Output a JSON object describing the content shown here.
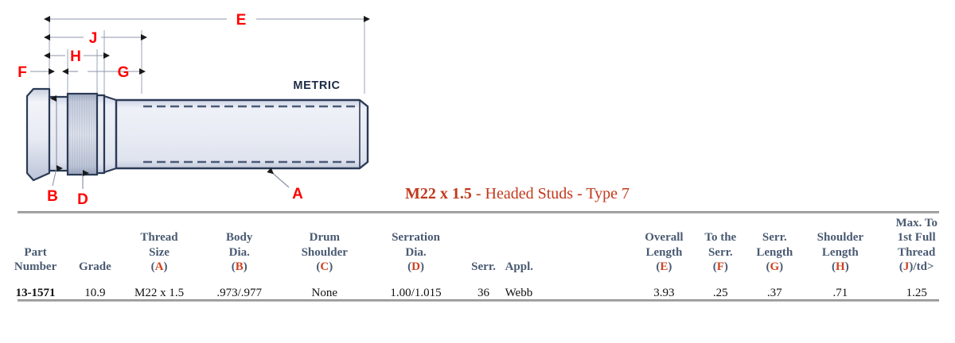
{
  "title": {
    "bold_part": "M22 x 1.5",
    "rest": " - Headed Studs - Type 7"
  },
  "drawing": {
    "metric_label": "METRIC",
    "dimension_labels": {
      "A": "A",
      "B": "B",
      "D": "D",
      "E": "E",
      "F": "F",
      "G": "G",
      "H": "H",
      "J": "J"
    },
    "colors": {
      "label_red": "#FF0000",
      "outline": "#2B3A55",
      "body_fill": "#E8EBF3",
      "serration_fill": "#B9C2D4",
      "metric_text": "#1C2B45"
    }
  },
  "table": {
    "headers": [
      {
        "line1": "",
        "line2": "Part",
        "line3": "Number",
        "code": ""
      },
      {
        "line1": "",
        "line2": "",
        "line3": "Grade",
        "code": ""
      },
      {
        "line1": "Thread",
        "line2": "Size",
        "line3": "",
        "code": "A"
      },
      {
        "line1": "Body",
        "line2": "Dia.",
        "line3": "",
        "code": "B"
      },
      {
        "line1": "Drum",
        "line2": "Shoulder",
        "line3": "",
        "code": "C"
      },
      {
        "line1": "Serration",
        "line2": "Dia.",
        "line3": "",
        "code": "D"
      },
      {
        "line1": "",
        "line2": "",
        "line3": "Serr.",
        "code": ""
      },
      {
        "line1": "",
        "line2": "",
        "line3": "Appl.",
        "code": ""
      },
      {
        "line1": "Overall",
        "line2": "Length",
        "line3": "",
        "code": "E"
      },
      {
        "line1": "To the",
        "line2": "Serr.",
        "line3": "",
        "code": "F"
      },
      {
        "line1": "Serr.",
        "line2": "Length",
        "line3": "",
        "code": "G"
      },
      {
        "line1": "Shoulder",
        "line2": "Length",
        "line3": "",
        "code": "H"
      },
      {
        "line1": "Max. To",
        "line2": "1st Full",
        "line3": "Thread",
        "code": "J",
        "code_suffix": "/td>"
      }
    ],
    "rows": [
      {
        "part_number": "13-1571",
        "grade": "10.9",
        "thread_size": "M22 x 1.5",
        "body_dia": ".973/.977",
        "drum_shoulder": "None",
        "serration_dia": "1.00/1.015",
        "serr": "36",
        "appl": "Webb",
        "overall_length": "3.93",
        "to_the_serr": ".25",
        "serr_length": ".37",
        "shoulder_length": ".71",
        "max_to_1st_full_thread": "1.25"
      }
    ]
  }
}
